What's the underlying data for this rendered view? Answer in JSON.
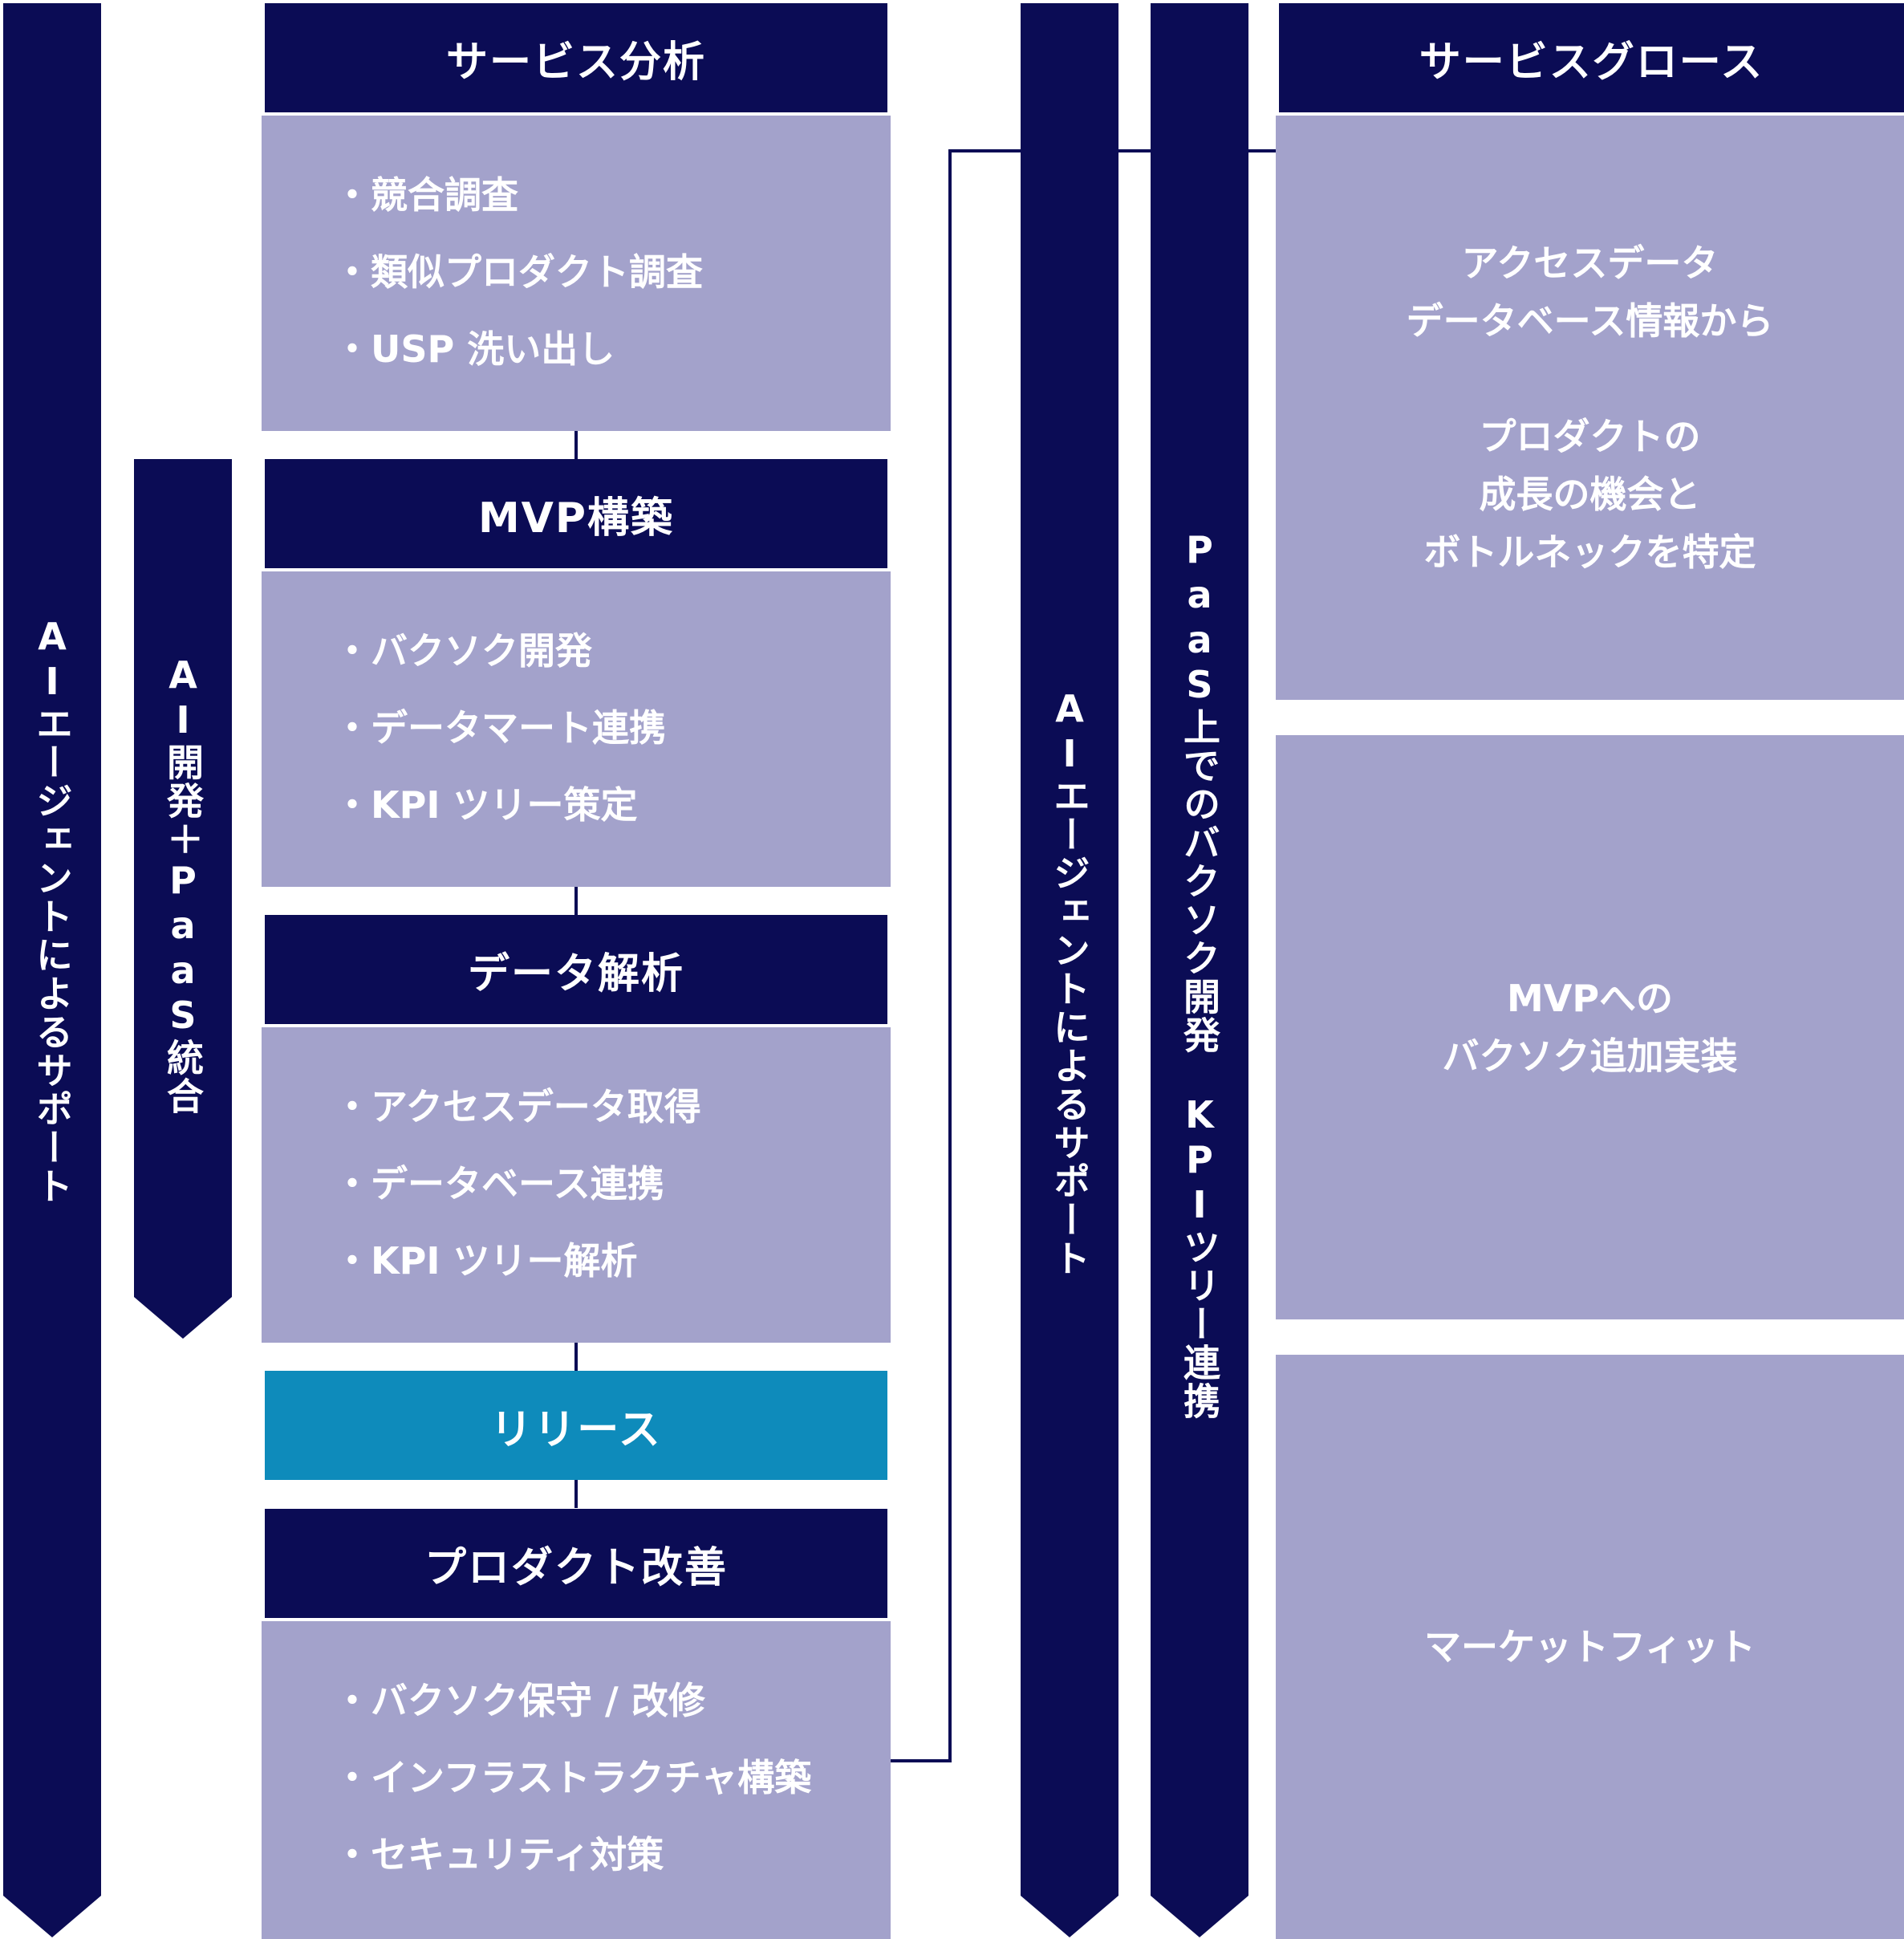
{
  "left_support": {
    "label": "AIエージェントによるサポート"
  },
  "ai_paas": {
    "label": "AI開発＋PaaS統合"
  },
  "service_analysis": {
    "title": "サービス分析",
    "items": [
      "競合調査",
      "類似プロダクト調査",
      "USP 洗い出し"
    ]
  },
  "mvp": {
    "title": "MVP構築",
    "items": [
      "バクソク開発",
      "データマート連携",
      "KPI ツリー策定"
    ]
  },
  "data_analysis": {
    "title": "データ解析",
    "items": [
      "アクセスデータ取得",
      "データベース連携",
      "KPI ツリー解析"
    ]
  },
  "release": {
    "title": "リリース"
  },
  "product_improvement": {
    "title": "プロダクト改善",
    "items": [
      "バクソク保守 / 改修",
      "インフラストラクチャ構築",
      "セキュリティ対策"
    ]
  },
  "right_support": {
    "label": "AIエージェントによるサポート"
  },
  "paas_dev": {
    "label": "PaaS上でのバクソク開発　KPIツリー連携"
  },
  "service_growth": {
    "title": "サービスグロース",
    "box1": {
      "para1": [
        "アクセスデータ",
        "データベース情報から"
      ],
      "para2": [
        "プロダクトの",
        "成長の機会と",
        "ボトルネックを特定"
      ]
    },
    "box2": {
      "lines": [
        "MVPへの",
        "バクソク追加実装"
      ]
    },
    "box3": {
      "lines": [
        "マーケットフィット"
      ]
    }
  },
  "colors": {
    "navy": "#0b0c55",
    "lavender": "#a3a2cb",
    "teal": "#0e8bbb"
  }
}
